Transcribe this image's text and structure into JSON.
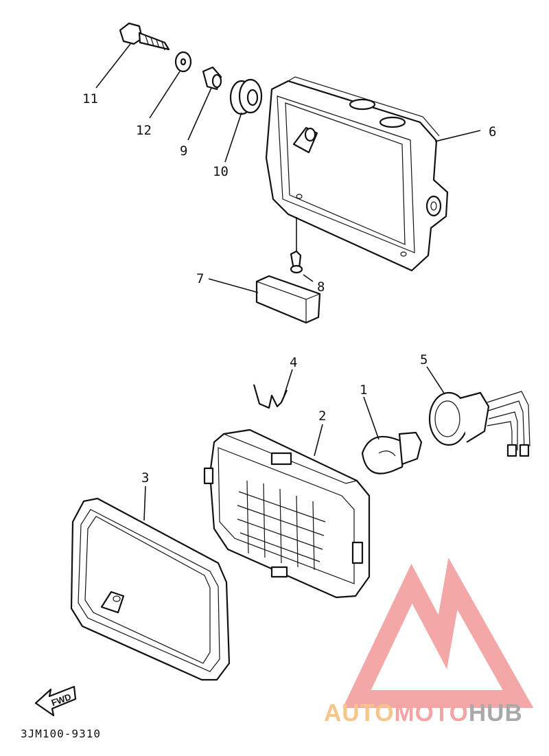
{
  "diagram": {
    "callouts": [
      {
        "id": "11",
        "label": "11"
      },
      {
        "id": "12",
        "label": "12"
      },
      {
        "id": "9",
        "label": "9"
      },
      {
        "id": "10",
        "label": "10"
      },
      {
        "id": "6",
        "label": "6"
      },
      {
        "id": "7",
        "label": "7"
      },
      {
        "id": "8",
        "label": "8"
      },
      {
        "id": "4",
        "label": "4"
      },
      {
        "id": "5",
        "label": "5"
      },
      {
        "id": "1",
        "label": "1"
      },
      {
        "id": "2",
        "label": "2"
      },
      {
        "id": "3",
        "label": "3"
      }
    ],
    "fwd_label": "FWD",
    "diagram_code": "3JM100-9310"
  },
  "watermark": {
    "part1": "AUTO",
    "part2": "MOTO",
    "part3": "HUB",
    "colors": {
      "auto": "#f7c48a",
      "moto": "#f5a3a3",
      "hub": "#a9a9a9",
      "logo": "#f08a8a"
    }
  }
}
